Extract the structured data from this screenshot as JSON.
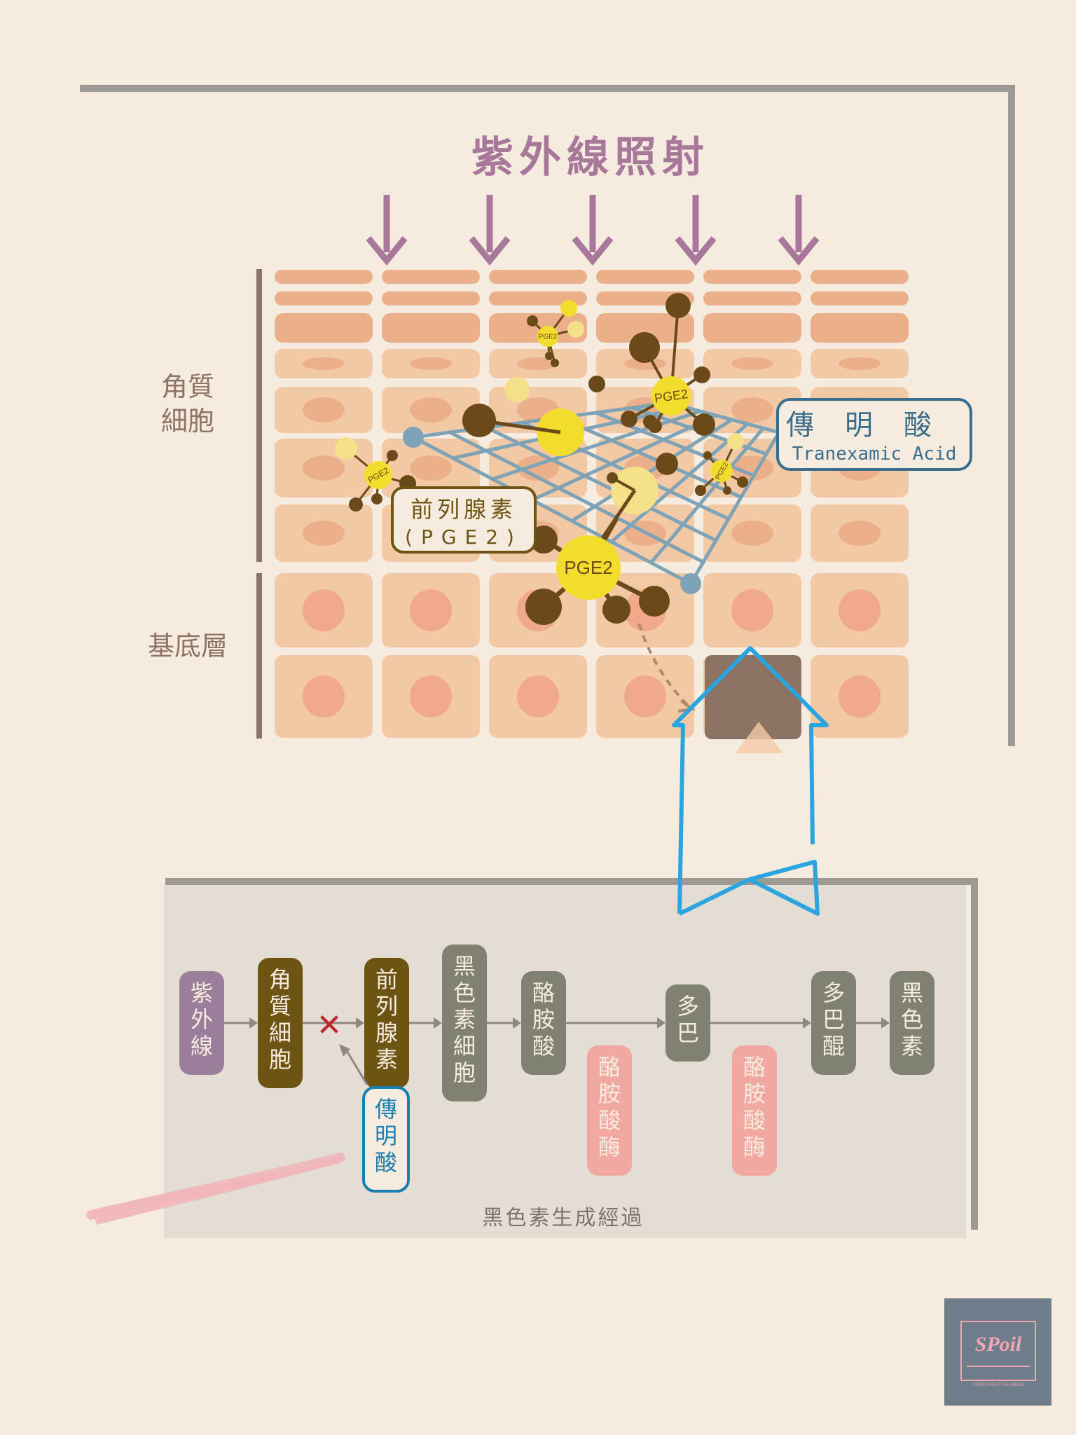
{
  "title": "紫外線照射",
  "side_labels": {
    "keratinocyte": [
      "角質",
      "細胞"
    ],
    "basal": "基底層"
  },
  "callouts": {
    "pge2_zh": "前列腺素",
    "pge2_en": "(PGE2)",
    "tranexamic_zh": "傳明酸",
    "tranexamic_en": "Tranexamic Acid"
  },
  "molecule_label": "PGE2",
  "flow": {
    "caption": "黑色素生成經過",
    "nodes": [
      {
        "id": "uv",
        "label": "紫外線",
        "color": "#9a7e9b"
      },
      {
        "id": "keratinocyte",
        "label": "角質細胞",
        "color": "#6d5413"
      },
      {
        "id": "pge2",
        "label": "前列腺素",
        "color": "#6d5413"
      },
      {
        "id": "melanocyte",
        "label": "黑色素細胞",
        "color": "#808073"
      },
      {
        "id": "tyrosine",
        "label": "酪胺酸",
        "color": "#808073"
      },
      {
        "id": "dopa",
        "label": "多巴",
        "color": "#808073"
      },
      {
        "id": "dopaquinone",
        "label": "多巴醌",
        "color": "#808073"
      },
      {
        "id": "melanin",
        "label": "黑色素",
        "color": "#808073"
      }
    ],
    "enzymes": [
      "酪胺酸酶",
      "酪胺酸酶"
    ],
    "enzyme_color": "#f0a8a0",
    "inhibitor": {
      "label": "傳明酸",
      "color": "#1a7fb0"
    },
    "block_mark": "✕",
    "block_color": "#c0272d"
  },
  "colors": {
    "background": "#f6ebdf",
    "frame": "#9c9a92",
    "uv": "#a8789b",
    "cell": "#f3c9a5",
    "cell_dark": "#ebb08a",
    "nucleus": "#f0a98a",
    "pge2_yellow": "#f2dc2c",
    "molecule_brown": "#6b4a19",
    "net": "#7ea3b6",
    "highlight_arrow": "#2aa5df",
    "panel": "#e3ddd3"
  },
  "logo": {
    "text": "SPoil",
    "tagline": "YOUR LIFESTYLE AMIGO",
    "bg": "#6e7d89",
    "fg": "#f2a5b2"
  }
}
